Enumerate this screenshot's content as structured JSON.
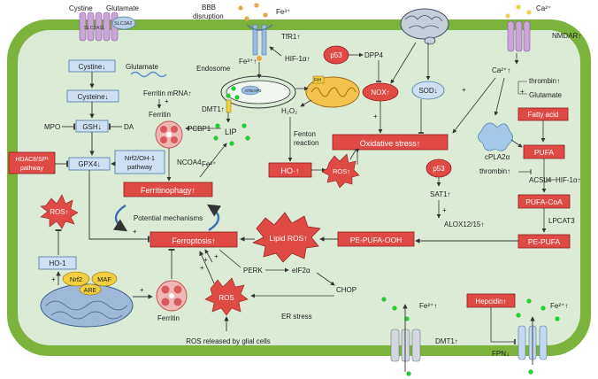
{
  "colors": {
    "membrane": "#7bb33c",
    "cytoplasm": "#dcebd6",
    "red_box": "#e04a45",
    "red_box_border": "#8e1e1b",
    "blue_box": "#cfe0f2",
    "blue_box_border": "#4d79a8",
    "iron_green": "#22cc33",
    "iron_orange": "#e8a64a",
    "arrow": "#333333"
  },
  "top": {
    "cystine": "Cystine",
    "glutamate_top": "Glutamate",
    "slc7a11": "SLC7A11",
    "slc3a2": "SLC3A2",
    "bbb": "BBB",
    "disruption": "disruption",
    "fe3_out": "Fe³⁺",
    "tfr1": "TfR1↑",
    "hif_top": "HIF-1α↑",
    "ca2_out": "Ca²⁺",
    "nmdar": "NMDAR↑"
  },
  "left": {
    "cystine_box": "Cystine↓",
    "glutamate": "Glutamate",
    "cysteine_box": "Cysteine↓",
    "gsh_box": "GSH↓",
    "mpo": "MPO",
    "da": "DA",
    "ferritin_mrna": "Ferritin mRNA↑",
    "ferritin_small": "Ferritin",
    "plus_mrna": "+",
    "gpx4_box": "GPX4↓",
    "nrf2_path_box_1": "Nrf2/OH-1",
    "nrf2_path_box_2": "pathway",
    "hdac_box_1": "HDAC8/SP¹",
    "hdac_box_2": "pathway",
    "ros_left": "ROS↑",
    "ho1_box": "HO-1",
    "nrf2": "Nrf2",
    "maf": "MAF",
    "are": "ARE",
    "plus_ho1": "+",
    "plus_ferritin": "+"
  },
  "center": {
    "endosome": "Endosome",
    "fe3_endo": "Fe³⁺↑",
    "steap3": "STEAP3",
    "dmt1_in": "DMT1↑",
    "lip": "LIP",
    "pcbp": "PCBP1",
    "ncoa4": "NCOA4",
    "fe2": "Fe²⁺",
    "ferritinophagy": "Ferritinophagy↑",
    "potential": "Potential mechanisms",
    "ferroptosis": "Ferroptosis↑",
    "ferritin_bottom": "Ferritin",
    "perk": "PERK",
    "eif2a": "eIF2α",
    "chop": "CHOP",
    "er_stress": "ER stress",
    "ros_bottom": "ROS",
    "glial": "ROS released by glial cells",
    "plus_a": "+",
    "plus_b": "+",
    "plus_c": "+",
    "plus_d": "+"
  },
  "mito": {
    "fth": "FtH",
    "h2o2": "H₂O₂",
    "fenton_1": "Fenton",
    "fenton_2": "reaction",
    "ho_box": "HO·↑",
    "ros_mid": "ROS↑",
    "lipid_ros": "Lipid ROS↑",
    "pe_pufa_ooh": "PE-PUFA-OOH"
  },
  "right": {
    "p53_top": "p53",
    "dpp4": "DPP4",
    "nox": "NOX↑",
    "sod": "SOD↓",
    "oxidative": "Oxidative stress↑",
    "plus_ox": "+",
    "ca2_in": "Ca²⁺↑",
    "thrombin_top": "thrombin↑",
    "glutamate_right": "Glutamate",
    "plus_ca": "+",
    "plus_ox2": "+",
    "fatty_acid": "Fatty acid",
    "cpla2": "cPLA2α",
    "pufa": "PUFA",
    "p53_mid": "p53",
    "sat1": "SAT1↑",
    "plus_sat": "+",
    "thrombin_mid": "thrombin↑",
    "acsl4": "ACSL4",
    "hif_right": "HIF-1α↑",
    "pufa_coa": "PUFA-CoA",
    "lpcat3": "LPCAT3",
    "alox": "ALOX12/15↑",
    "pe_pufa": "PE-PUFA",
    "fe2_bottom_left": "Fe²⁺↑",
    "dmt1_bottom": "DMT1↑",
    "hepcidin": "Hepcidin↑",
    "fe2_bottom_right": "Fe²⁺↑",
    "fpn": "FPN↓"
  }
}
